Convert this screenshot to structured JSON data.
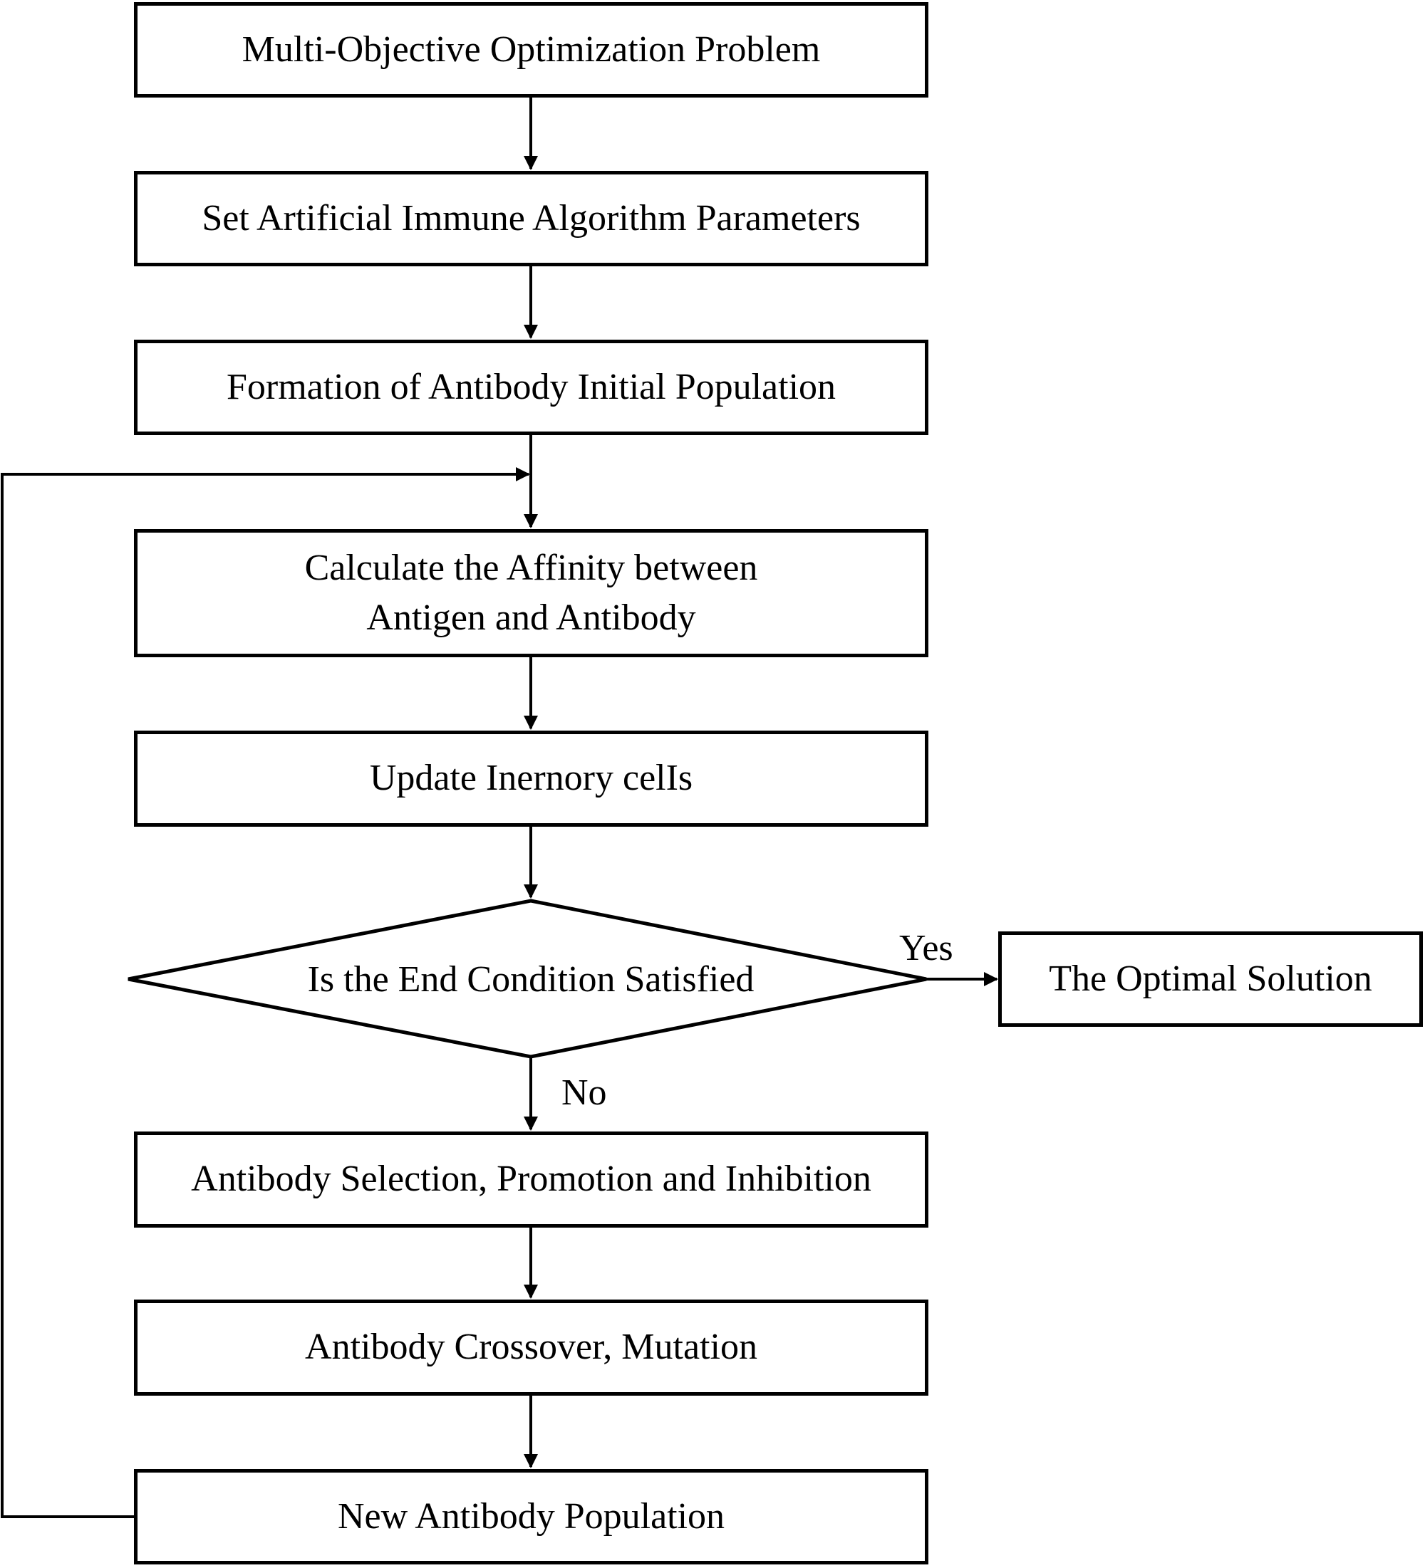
{
  "nodes": {
    "problem": "Multi-Objective Optimization Problem",
    "set_params": "Set Artificial Immune Algorithm Parameters",
    "init_pop": "Formation of Antibody Initial Population",
    "affinity_line1": "Calculate the Affinity between",
    "affinity_line2": "Antigen and Antibody",
    "update_memory": "Update Inernory celIs",
    "decision": "Is the End Condition Satisfied",
    "optimal": "The Optimal Solution",
    "selection": "Antibody Selection, Promotion and Inhibition",
    "crossover": "Antibody Crossover, Mutation",
    "new_pop": "New Antibody Population"
  },
  "edges": {
    "yes_label": "Yes",
    "no_label": "No"
  }
}
